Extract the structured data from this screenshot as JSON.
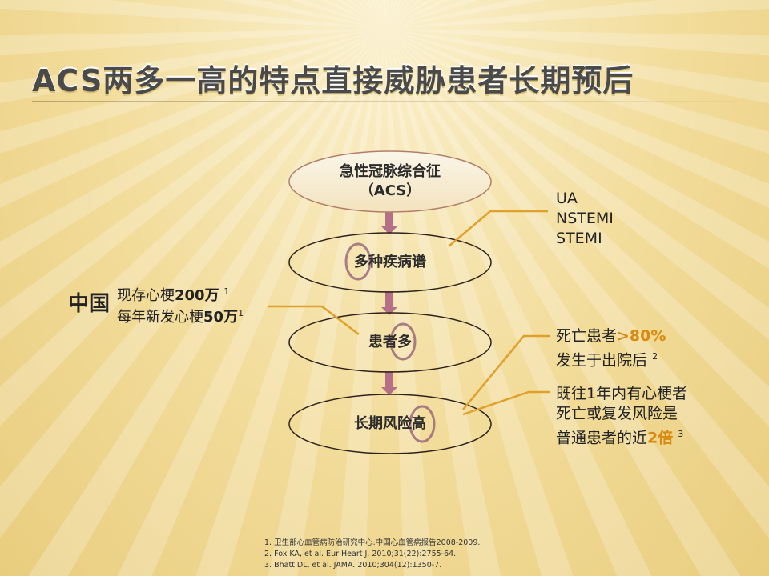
{
  "title": "ACS两多一高的特点直接威胁患者长期预后",
  "nodes": {
    "acs_line1": "急性冠脉综合征",
    "acs_line2": "（ACS）",
    "spectrum": "多种疾病谱",
    "many_patients": "患者多",
    "high_risk": "长期风险高"
  },
  "acs_types": [
    "UA",
    "NSTEMI",
    "STEMI"
  ],
  "china": {
    "label": "中国",
    "line1_prefix": "现存心梗",
    "line1_value": "200万",
    "line1_ref": "1",
    "line2_prefix": "每年新发心梗",
    "line2_value": "50万",
    "line2_ref": "1"
  },
  "death": {
    "line1_prefix": "死亡患者",
    "line1_value": ">80%",
    "line2": "发生于出院后",
    "ref": "2"
  },
  "risk": {
    "line1": "既往1年内有心梗者",
    "line2": "死亡或复发风险是",
    "line3_prefix": "普通患者的近",
    "line3_value": "2倍",
    "ref": "3"
  },
  "references": [
    "1. 卫生部心血管病防治研究中心.中国心血管病报告2008-2009.",
    "2.    Fox KA, et al. Eur Heart J. 2010;31(22):2755-64.",
    "3.    Bhatt DL, et al. JAMA. 2010;304(12):1350-7."
  ],
  "colors": {
    "accent": "#e0a02c",
    "arrow": "#b56f86",
    "ring": "#9a6a7a",
    "ellipse_stroke": "#3a2a20"
  }
}
